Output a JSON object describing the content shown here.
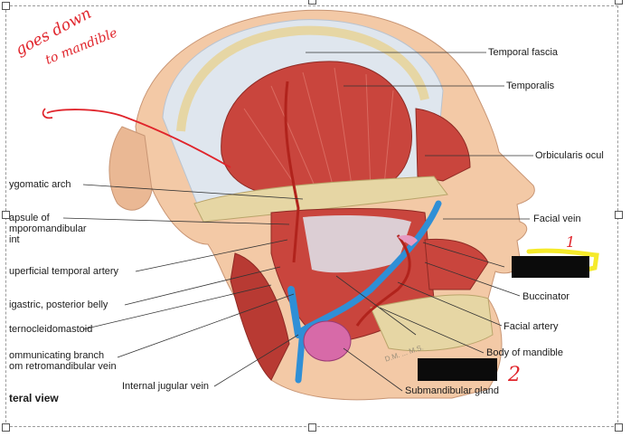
{
  "labels": {
    "temporal_fascia": "Temporal fascia",
    "temporalis": "Temporalis",
    "orbicularis": "Orbicularis ocul",
    "zygomatic_arch": "ygomatic arch",
    "capsule_l1": "apsule of",
    "capsule_l2": "mporomandibular",
    "capsule_l3": "int",
    "facial_vein": "Facial vein",
    "superficial_temporal_artery": "uperficial temporal artery",
    "buccinator": "Buccinator",
    "digastric": "igastric, posterior belly",
    "facial_artery": "Facial artery",
    "sternocleido": "ternocleidomastoid",
    "body_mandible": "Body of mandible",
    "communicating_l1": "ommunicating branch",
    "communicating_l2": "om retromandibular vein",
    "internal_jugular": "Internal jugular vein",
    "submandibular_gland": "Submandibular gland",
    "lateral_view": "teral view"
  },
  "annotations": {
    "note_line1": "goes down",
    "note_line2": "to mandible",
    "mark_1": "1",
    "mark_2": "2"
  },
  "artist_signature": "D.M. ... M.S.",
  "colors": {
    "annotation_red": "#e0242b",
    "highlight_yellow": "#f5ea2b",
    "redaction": "#0b0b0b",
    "muscle": "#c9453d",
    "vein": "#2f8fd6",
    "gland": "#d76aa8",
    "bone": "#e6d6a4"
  }
}
